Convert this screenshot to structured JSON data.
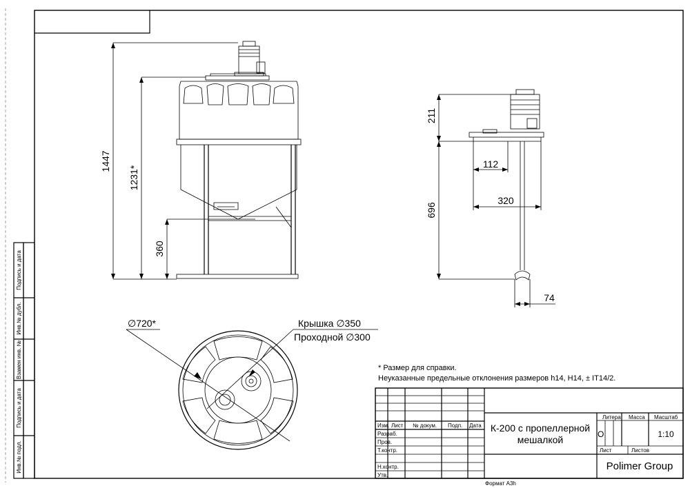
{
  "dimensions": {
    "overall_height": "1447",
    "height_ref": "1231*",
    "leg_height": "360",
    "motor_height": "211",
    "lid_width": "112",
    "shaft_length": "696",
    "impeller_span": "320",
    "impeller_diameter": "74"
  },
  "plan_view": {
    "tank_diameter": "∅720*",
    "lid_label": "Крышка ∅350",
    "passage_label": "Проходной ∅300"
  },
  "notes": {
    "note1": "* Размер для справки.",
    "note2": "Неуказанные предельные отклонения размеров h14, H14, ± IT14/2."
  },
  "side_stamp": {
    "sign_date_1": "Подпись и дата",
    "dup_inv": "Инв.№ дубл.",
    "replace_inv": "Взамен инв. №",
    "sign_date_2": "Подпись и дата",
    "orig_inv": "Инв.№ подл."
  },
  "title_block": {
    "col_izm": "Изм.",
    "col_list": "Лист",
    "col_doc": "№ докум.",
    "col_sign": "Подп.",
    "col_date": "Дата",
    "row_razrab": "Разраб.",
    "row_prov": "Пров.",
    "row_tkontr": "Т.контр.",
    "row_nkontr": "Н.контр.",
    "row_utv": "Утв.",
    "title_line1": "К-200 с пропеллерной",
    "title_line2": "мешалкой",
    "litera_label": "Литера",
    "massa_label": "Масса",
    "scale_label": "Масштаб",
    "litera_value": "О",
    "scale_value": "1:10",
    "sheet_label": "Лист",
    "sheets_label": "Листов",
    "company": "Polimer Group",
    "format": "Формат А3h"
  }
}
